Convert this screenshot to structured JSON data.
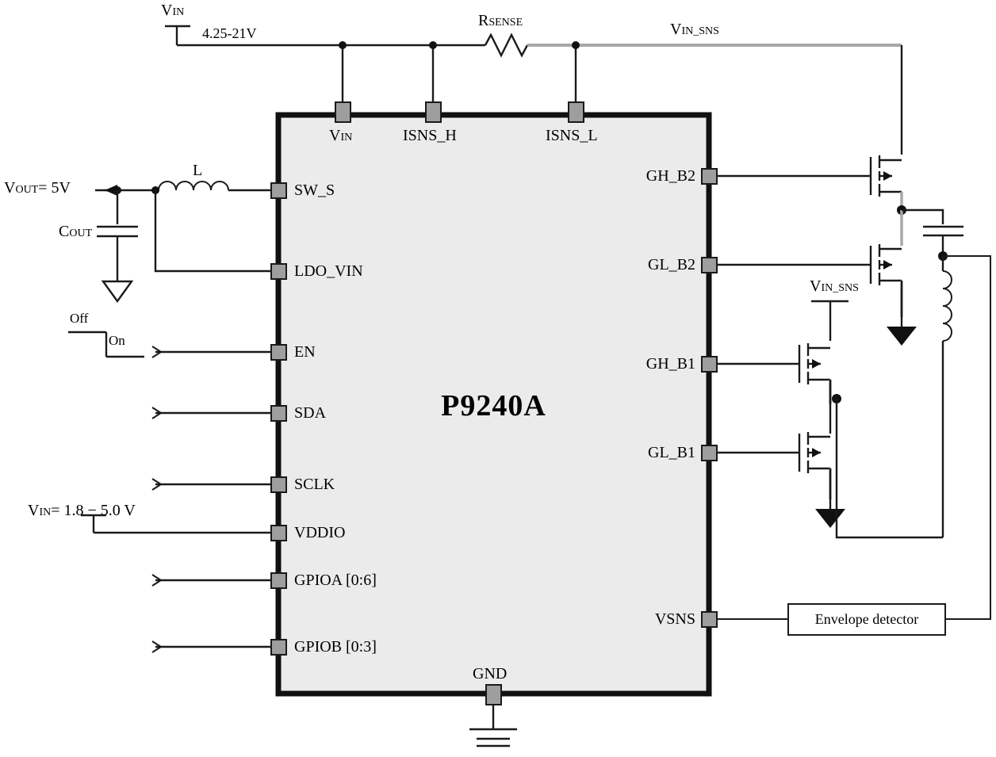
{
  "diagram": {
    "title": "P9240A wireless power transmitter application circuit",
    "chip": {
      "name": "P9240A"
    },
    "colors": {
      "wire": "#1a1a1a",
      "sense_net": "#a8a8a8",
      "chip_fill": "#ebebeb",
      "pin_fill": "#9e9e9e"
    },
    "pins": {
      "top": [
        {
          "name": "VIN",
          "label": "V",
          "sub": "IN"
        },
        {
          "name": "ISNS_H",
          "label": "ISNS_H",
          "sub": ""
        },
        {
          "name": "ISNS_L",
          "label": "ISNS_L",
          "sub": ""
        }
      ],
      "left": [
        {
          "name": "SW_S",
          "label": "SW_S"
        },
        {
          "name": "LDO_VIN",
          "label": "LDO_VIN"
        },
        {
          "name": "EN",
          "label": "EN"
        },
        {
          "name": "SDA",
          "label": "SDA"
        },
        {
          "name": "SCLK",
          "label": "SCLK"
        },
        {
          "name": "VDDIO",
          "label": "VDDIO"
        },
        {
          "name": "GPIOA",
          "label": "GPIOA [0:6]"
        },
        {
          "name": "GPIOB",
          "label": "GPIOB [0:3]"
        }
      ],
      "right": [
        {
          "name": "GH_B2",
          "label": "GH_B2"
        },
        {
          "name": "GL_B2",
          "label": "GL_B2"
        },
        {
          "name": "GH_B1",
          "label": "GH_B1"
        },
        {
          "name": "GL_B1",
          "label": "GL_B1"
        },
        {
          "name": "VSNS",
          "label": "VSNS"
        }
      ],
      "bottom": [
        {
          "name": "GND",
          "label": "GND"
        }
      ]
    },
    "labels": {
      "vin_source": "V",
      "vin_source_sub": "IN",
      "vin_range": "4.25-21V",
      "rsense": "R",
      "rsense_sub": "SENSE",
      "vin_sns_top": "V",
      "vin_sns_top_sub": "IN_SNS",
      "vin_sns_mid": "V",
      "vin_sns_mid_sub": "IN_SNS",
      "vout": "V",
      "vout_sub": "OUT",
      "vout_value": "= 5V",
      "cout": "C",
      "cout_sub": "OUT",
      "inductor_L": "L",
      "switch_off": "Off",
      "switch_on": "On",
      "vddio_supply": "V",
      "vddio_supply_sub": "IN",
      "vddio_supply_value": "= 1.8 − 5.0 V",
      "envelope_detector": "Envelope detector"
    }
  }
}
